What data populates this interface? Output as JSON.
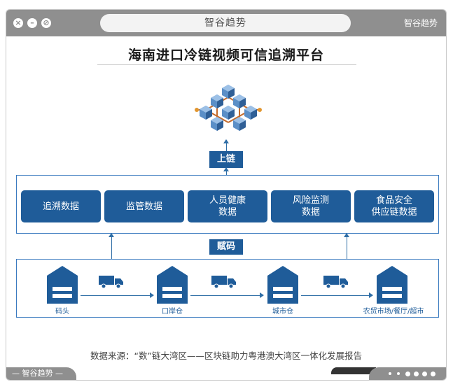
{
  "window": {
    "tab_title": "智谷趋势",
    "brand_top": "智谷趋势",
    "brand_bottom": "智谷趋势"
  },
  "diagram": {
    "title": "海南进口冷链视频可信追溯平台",
    "upchain_label": "上链",
    "encode_label": "赋码",
    "data_items": [
      {
        "label": "追溯数据"
      },
      {
        "label": "监管数据"
      },
      {
        "label": "人员健康\n数据"
      },
      {
        "label": "风险监测\n数据"
      },
      {
        "label": "食品安全\n供应链数据"
      }
    ],
    "nodes": [
      {
        "label": "码头"
      },
      {
        "label": "口岸仓"
      },
      {
        "label": "城市仓"
      },
      {
        "label": "农贸市场/餐厅/超市"
      }
    ],
    "source": "数据来源：“数”链大湾区——区块链助力粤港澳大湾区一体化发展报告"
  },
  "colors": {
    "primary": "#1f5c99",
    "line": "#3a7abf",
    "chrome": "#8f8f8f"
  }
}
